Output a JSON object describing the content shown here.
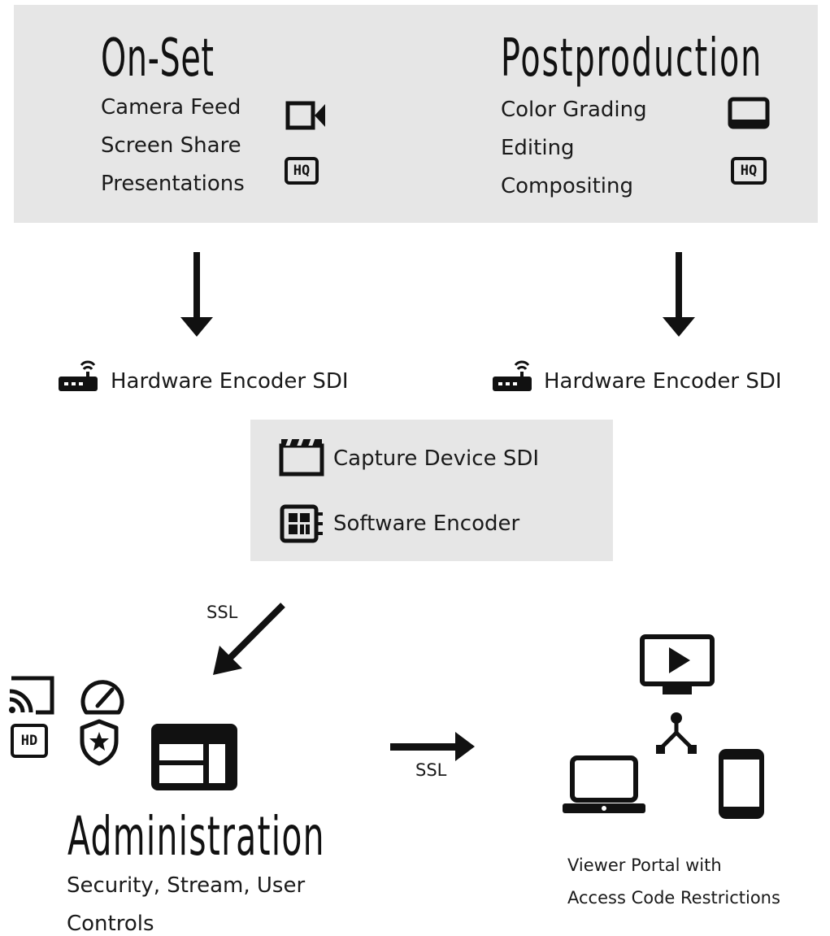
{
  "onset": {
    "title": "On-Set",
    "items": [
      "Camera Feed",
      "Screen Share",
      "Presentations"
    ],
    "icons": [
      "video-camera-icon",
      "hq-icon"
    ]
  },
  "postproduction": {
    "title": "Postproduction",
    "items": [
      "Color Grading",
      "Editing",
      "Compositing"
    ],
    "icons": [
      "monitor-icon",
      "hq-icon"
    ]
  },
  "encoders": {
    "left": "Hardware Encoder SDI",
    "right": "Hardware Encoder SDI"
  },
  "capture_box": {
    "capture": "Capture Device SDI",
    "software": "Software Encoder"
  },
  "arrows": {
    "ssl_in": "SSL",
    "ssl_out": "SSL"
  },
  "admin": {
    "title": "Administration",
    "subtitle_line1": "Security, Stream, User",
    "subtitle_line2": "Controls",
    "icons": [
      "cast-icon",
      "speedometer-icon",
      "hd-icon",
      "shield-star-icon",
      "dashboard-layout-icon"
    ]
  },
  "viewer": {
    "line1": "Viewer Portal with",
    "line2": "Access Code Restrictions",
    "icons": [
      "tv-play-icon",
      "network-icon",
      "laptop-icon",
      "tablet-icon"
    ]
  },
  "hq_label": "HQ",
  "hd_label": "HD",
  "colors": {
    "panel": "#e6e6e6",
    "ink": "#111111"
  }
}
